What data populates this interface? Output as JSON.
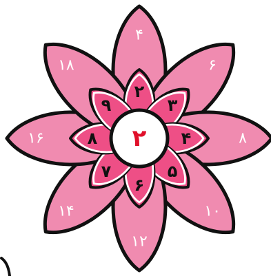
{
  "colors": {
    "outline": "#111111",
    "outer_petal": "#f08bb0",
    "inner_petal": "#ee4f86",
    "outer_text": "#ffffff",
    "inner_text": "#111111",
    "center_fill": "#ffffff",
    "center_text": "#e0102a"
  },
  "flower": {
    "center_number": "۲",
    "outer_petals": [
      {
        "label": "۴"
      },
      {
        "label": "۶"
      },
      {
        "label": "۸"
      },
      {
        "label": "۱۰"
      },
      {
        "label": "۱۲"
      },
      {
        "label": "۱۴"
      },
      {
        "label": "۱۶"
      },
      {
        "label": "۱۸"
      }
    ],
    "inner_petals": [
      {
        "label": "۲"
      },
      {
        "label": "۳"
      },
      {
        "label": "۴"
      },
      {
        "label": "۵"
      },
      {
        "label": "۶"
      },
      {
        "label": "۷"
      },
      {
        "label": "۸"
      },
      {
        "label": "۹"
      }
    ]
  }
}
